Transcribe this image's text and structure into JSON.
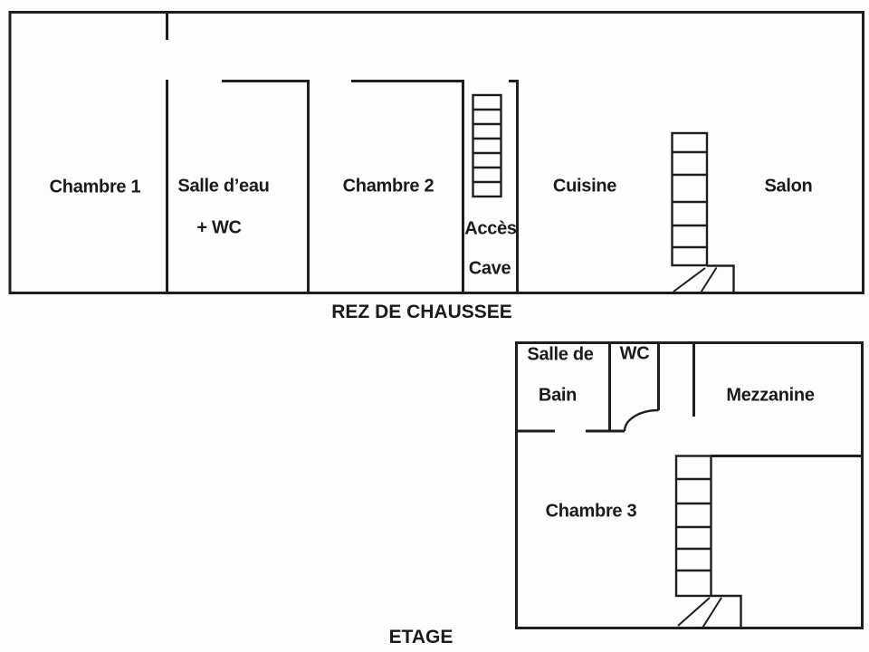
{
  "ground_floor": {
    "title": "REZ DE CHAUSSEE",
    "rooms": {
      "chambre1": "Chambre 1",
      "salle_deau_line1": "Salle d’eau",
      "salle_deau_line2": "+ WC",
      "chambre2": "Chambre 2",
      "acces_cave_line1": "Accès",
      "acces_cave_line2": "Cave",
      "cuisine": "Cuisine",
      "salon": "Salon"
    }
  },
  "upper_floor": {
    "title": "ETAGE",
    "rooms": {
      "salle_de_bain_line1": "Salle de",
      "salle_de_bain_line2": "Bain",
      "wc": "WC",
      "mezzanine": "Mezzanine",
      "chambre3": "Chambre 3"
    }
  },
  "colors": {
    "wall": "#1e1e1e",
    "background": "#fdfdfd"
  }
}
